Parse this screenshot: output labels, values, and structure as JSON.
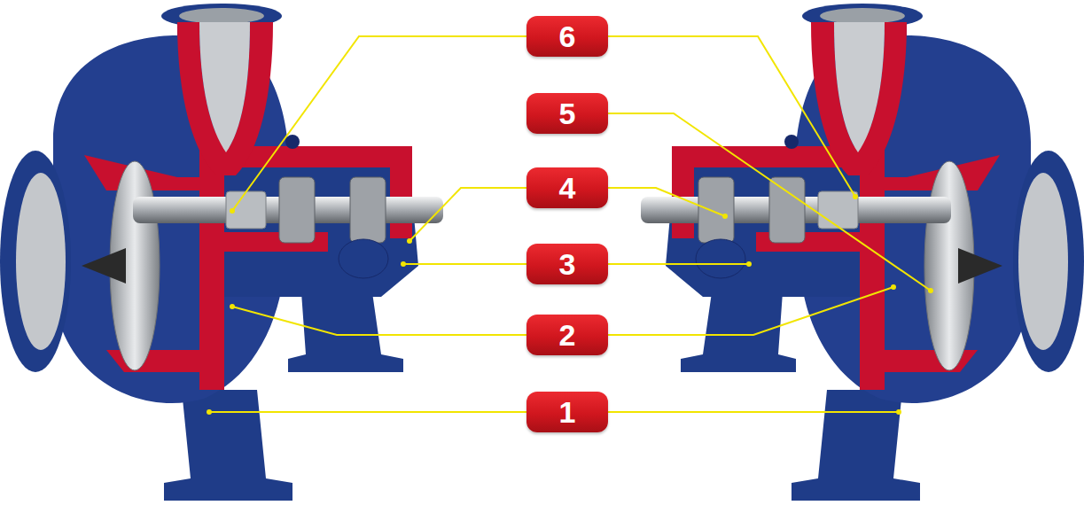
{
  "diagram": {
    "nodes": [
      {
        "text": [
          "6"
        ]
      },
      {
        "text": [
          "5"
        ]
      },
      {
        "text": [
          "4"
        ]
      },
      {
        "text": [
          "3"
        ]
      },
      {
        "text": [
          "2"
        ]
      },
      {
        "text": [
          "1"
        ]
      }
    ]
  }
}
